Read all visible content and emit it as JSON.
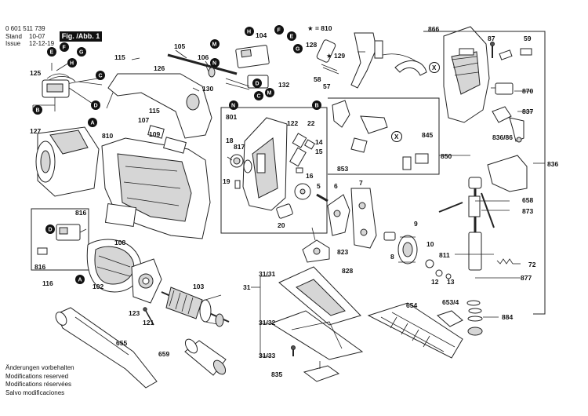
{
  "header": {
    "doc_number": "0 601 511 739",
    "stand_label": "Stand",
    "stand_value": "10-07",
    "issue_label": "Issue",
    "issue_value": "12-12-19",
    "figure_label": "Fig. /Abb. 1"
  },
  "notes": [
    "Änderungen vorbehalten",
    "Modifications reserved",
    "Modifications réservées",
    "Salvo modificaciones"
  ],
  "labels": {
    "l105": "105",
    "l106": "106",
    "l104": "104",
    "l866": "866",
    "l810a": "★ = 810",
    "l128": "128",
    "l129": "★ 129",
    "l87": "87",
    "l59": "59",
    "l115a": "115",
    "l125": "125",
    "l126": "126",
    "l130": "130",
    "l870": "870",
    "l837": "837",
    "l83686": "836/86",
    "l132": "132",
    "l58": "58",
    "l57": "57",
    "l801": "801",
    "l122": "122",
    "l22": "22",
    "l115b": "115",
    "l107": "107",
    "l109": "109",
    "l127": "127",
    "l810b": "810",
    "l18": "18",
    "l817": "817",
    "l14": "14",
    "l15": "15",
    "l845": "845",
    "l850": "850",
    "l836": "836",
    "l16": "16",
    "l19": "19",
    "l853": "853",
    "l5": "5",
    "l6": "6",
    "l7": "7",
    "l658": "658",
    "l873": "873",
    "l816a": "816",
    "l20": "20",
    "l108": "108",
    "l9": "9",
    "l823": "823",
    "l828": "828",
    "l10": "10",
    "l811": "811",
    "l72": "72",
    "l816b": "816",
    "l116": "116",
    "l8": "8",
    "l102": "102",
    "l103": "103",
    "l3131": "31/31",
    "l31": "31",
    "l12": "12",
    "l13": "13",
    "l877": "877",
    "l123": "123",
    "l121": "121",
    "l654": "654",
    "l6534": "653/4",
    "l884": "884",
    "l3132": "31/32",
    "l655": "655",
    "l659": "659",
    "l3133": "31/33",
    "l835": "835"
  },
  "markers": {
    "A": "A",
    "B": "B",
    "C": "C",
    "D": "D",
    "E": "E",
    "F": "F",
    "G": "G",
    "H": "H",
    "M": "M",
    "N": "N",
    "X": "X"
  }
}
